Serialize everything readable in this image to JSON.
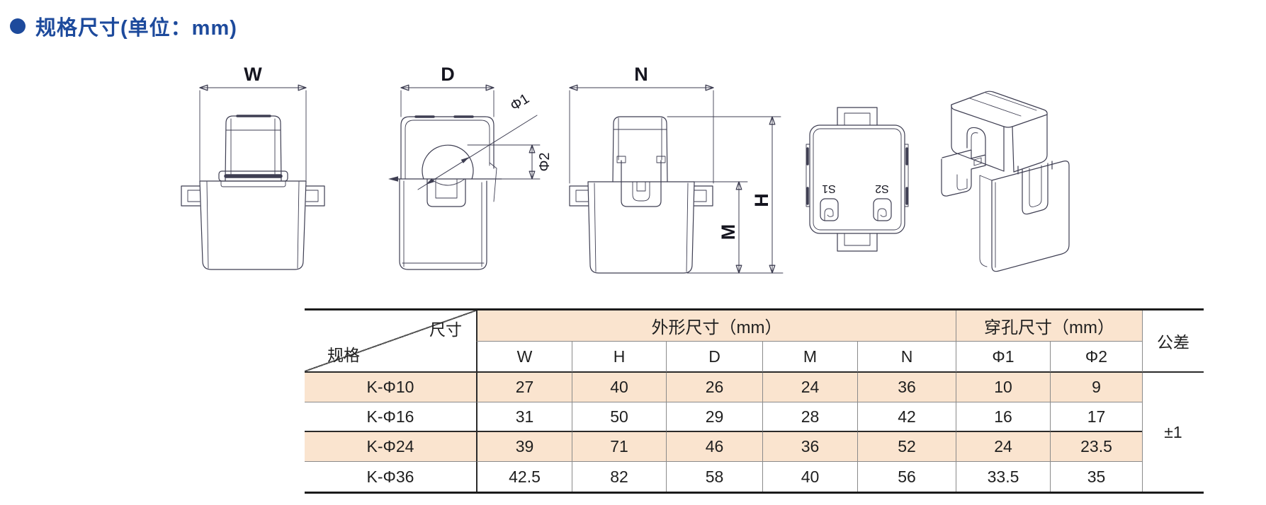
{
  "title": {
    "bullet": "●",
    "text": "规格尺寸(单位：mm)"
  },
  "colors": {
    "accent_blue": "#1d4a9c",
    "table_shade": "#fae4cf",
    "table_line_dark": "#2a2a2a",
    "table_line_gray": "#8a8a8a",
    "drawing_stroke": "#3e3e52"
  },
  "drawings": {
    "front_view": {
      "width_label": "W"
    },
    "side_view": {
      "depth_label": "D",
      "hole1_label": "Φ1",
      "hole2_label": "Φ2"
    },
    "rear_view": {
      "n_label": "N",
      "height_label": "H",
      "mid_label": "M"
    },
    "bottom_view": {
      "terminal1": "S1",
      "terminal2": "S2"
    },
    "iso_view": {}
  },
  "table": {
    "corner": {
      "top_right": "尺寸",
      "bottom_left": "规格"
    },
    "group1": "外形尺寸（mm）",
    "group2": "穿孔尺寸（mm）",
    "tolerance_header": "公差",
    "col_headers": [
      "W",
      "H",
      "D",
      "M",
      "N",
      "Φ1",
      "Φ2"
    ],
    "rows": [
      {
        "spec": "K-Φ10",
        "values": [
          "27",
          "40",
          "26",
          "24",
          "36",
          "10",
          "9"
        ]
      },
      {
        "spec": "K-Φ16",
        "values": [
          "31",
          "50",
          "29",
          "28",
          "42",
          "16",
          "17"
        ]
      },
      {
        "spec": "K-Φ24",
        "values": [
          "39",
          "71",
          "46",
          "36",
          "52",
          "24",
          "23.5"
        ]
      },
      {
        "spec": "K-Φ36",
        "values": [
          "42.5",
          "82",
          "58",
          "40",
          "56",
          "33.5",
          "35"
        ]
      }
    ],
    "tolerance_value": "±1"
  }
}
